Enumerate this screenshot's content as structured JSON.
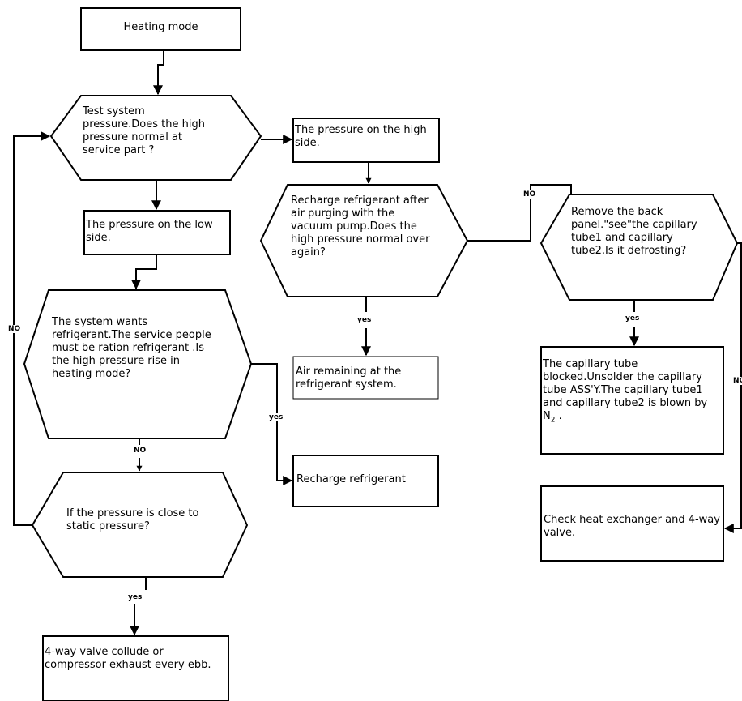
{
  "nodes": {
    "heating_mode": "Heating mode",
    "test_pressure": "Test system pressure.Does the high pressure normal at service part ?",
    "high_side": "The pressure on the high side.",
    "low_side": "The pressure on the low side.",
    "recharge_purge": "Recharge refrigerant after air purging with the vacuum pump.Does the high pressure normal over again?",
    "remove_panel": "Remove the back panel.\"see\"the capillary tube1 and capillary tube2.Is it defrosting?",
    "wants_refrigerant": "The system wants refrigerant.The service people must be ration refrigerant .Is the high pressure rise in heating mode?",
    "air_remaining": "Air remaining at the refrigerant system.",
    "recharge": "Recharge refrigerant",
    "capillary_blocked": "The capillary tube blocked.Unsolder the capillary tube ASS'Y.The capillary tube1 and capillary tube2 is blown by N",
    "capillary_blocked_sub": "2",
    "check_exchanger": "Check heat exchanger and 4-way valve.",
    "close_static": "If the pressure is close to static pressure?",
    "valve_collude": "4-way valve collude or compressor exhaust every ebb."
  },
  "labels": {
    "no_left": "NO",
    "no_mid": "NO",
    "no_top": "NO",
    "no_right": "NO",
    "yes_mid": "yes",
    "yes_recharge": "yes",
    "yes_left": "yes",
    "yes_right": "yes"
  }
}
